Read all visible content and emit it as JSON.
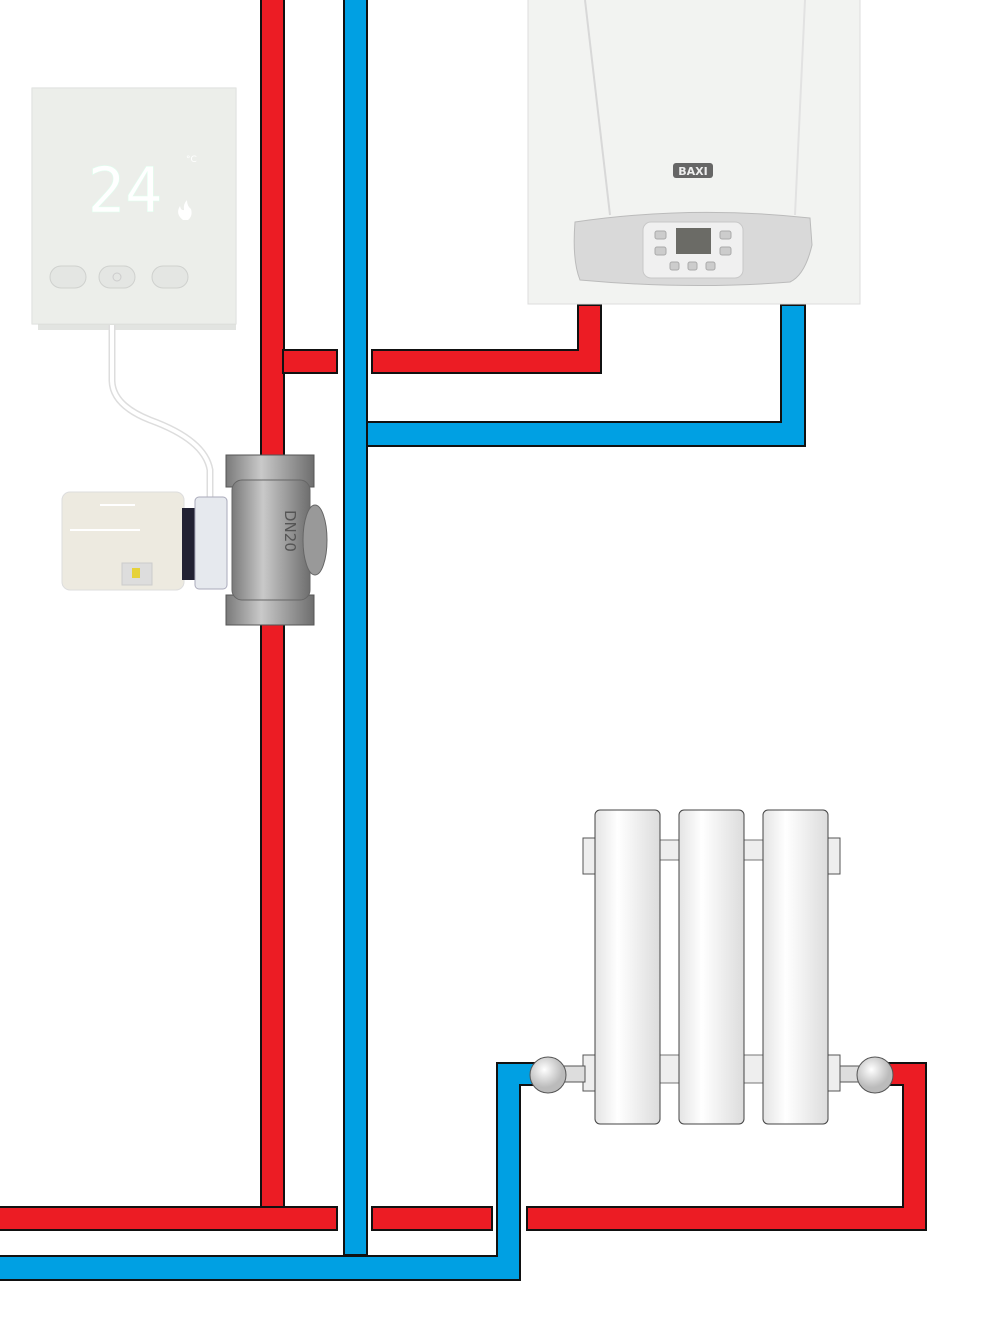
{
  "thermostat": {
    "temperature": "24",
    "unit": "°C"
  },
  "boiler": {
    "brand": "BAXI"
  },
  "valve": {
    "size_marking": "DN20"
  },
  "colors": {
    "supply": "#ec1c24",
    "return": "#00a0e3",
    "outline": "#111111"
  }
}
